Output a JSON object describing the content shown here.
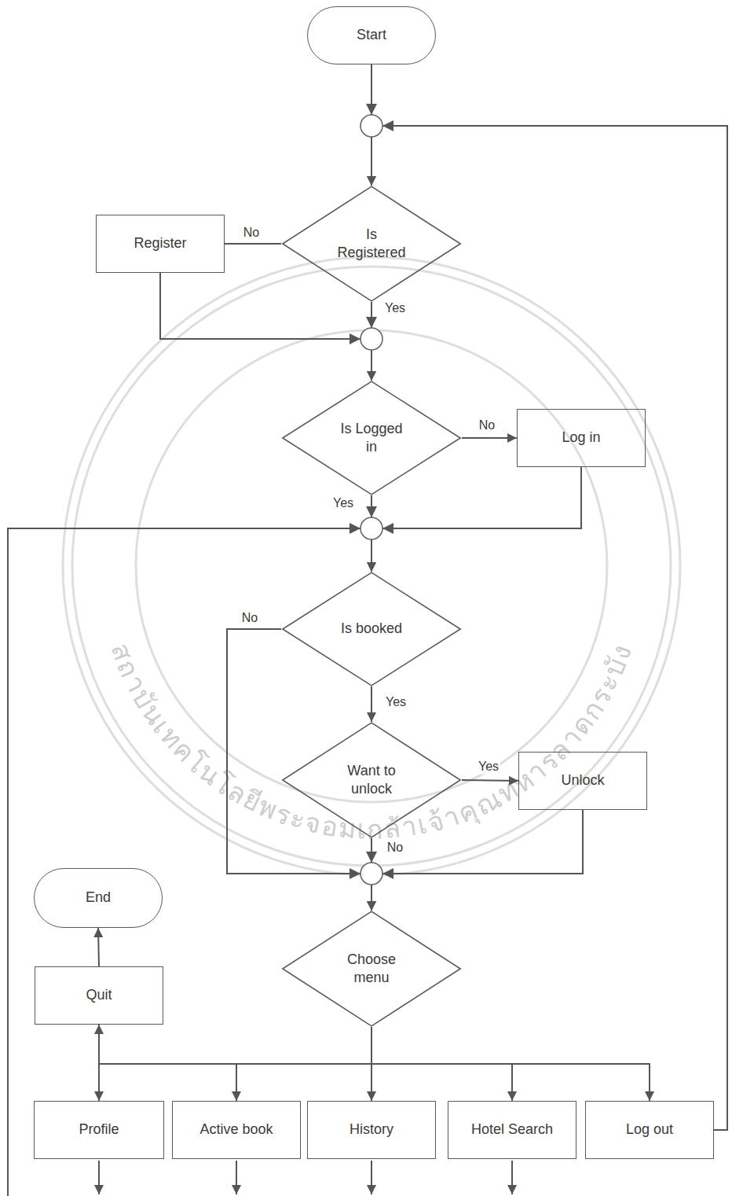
{
  "diagram": {
    "nodes": [
      {
        "text": [
          "Start"
        ]
      },
      {
        "text": [
          "Is Registered"
        ]
      },
      {
        "text": [
          "Register"
        ]
      },
      {
        "text": [
          "Is Logged in"
        ]
      },
      {
        "text": [
          "Log in"
        ]
      },
      {
        "text": [
          "Is booked"
        ]
      },
      {
        "text": [
          "Want to unlock"
        ]
      },
      {
        "text": [
          "Unlock"
        ]
      },
      {
        "text": [
          "Choose menu"
        ]
      },
      {
        "text": [
          "End"
        ]
      },
      {
        "text": [
          "Quit"
        ]
      },
      {
        "text": [
          "Profile"
        ]
      },
      {
        "text": [
          "Active book"
        ]
      },
      {
        "text": [
          "History"
        ]
      },
      {
        "text": [
          "Hotel Search"
        ]
      },
      {
        "text": [
          "Log out"
        ]
      }
    ],
    "edges": [
      {
        "from": 0,
        "to": 1,
        "arrow": "to"
      },
      {
        "from": 1,
        "to": 2,
        "label": "No",
        "arrow": "none"
      },
      {
        "from": 1,
        "to": 3,
        "label": "Yes",
        "arrow": "to"
      },
      {
        "from": 2,
        "to": 3,
        "arrow": "to"
      },
      {
        "from": 3,
        "to": 4,
        "label": "No",
        "arrow": "to"
      },
      {
        "from": 3,
        "to": 5,
        "label": "Yes",
        "arrow": "to"
      },
      {
        "from": 4,
        "to": 5,
        "arrow": "to"
      },
      {
        "from": 5,
        "to": 8,
        "label": "No",
        "arrow": "to"
      },
      {
        "from": 5,
        "to": 6,
        "label": "Yes",
        "arrow": "to"
      },
      {
        "from": 6,
        "to": 7,
        "label": "Yes",
        "arrow": "to"
      },
      {
        "from": 6,
        "to": 8,
        "label": "No",
        "arrow": "to"
      },
      {
        "from": 7,
        "to": 8,
        "arrow": "to"
      },
      {
        "from": 8,
        "to": 10,
        "arrow": "to"
      },
      {
        "from": 10,
        "to": 9,
        "arrow": "to"
      },
      {
        "from": 8,
        "to": 11,
        "arrow": "to"
      },
      {
        "from": 8,
        "to": 12,
        "arrow": "to"
      },
      {
        "from": 8,
        "to": 13,
        "arrow": "to"
      },
      {
        "from": 8,
        "to": 14,
        "arrow": "to"
      },
      {
        "from": 8,
        "to": 15,
        "arrow": "to"
      },
      {
        "from": 15,
        "to": 1,
        "arrow": "to"
      }
    ],
    "labels": [
      "สถาบันเทคโนโลยีพระจอมเกล้าเจ้าคุณทหารลาดกระบัง"
    ]
  }
}
